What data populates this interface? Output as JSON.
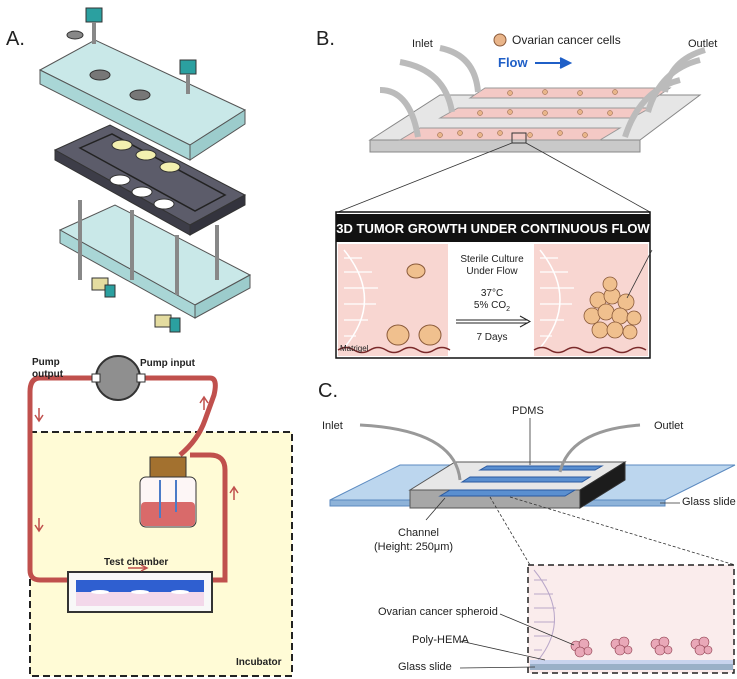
{
  "panels": {
    "a": "A.",
    "b": "B.",
    "c": "C."
  },
  "panel_a": {
    "pump_output": "Pump\noutput",
    "pump_input": "Pump input",
    "test_chamber": "Test chamber",
    "incubator": "Incubator"
  },
  "panel_b": {
    "inlet": "Inlet",
    "outlet": "Outlet",
    "legend_cells": "Ovarian cancer cells",
    "flow": "Flow",
    "banner": "3D TUMOR GROWTH UNDER CONTINUOUS FLOW",
    "culture_line1": "Sterile Culture",
    "culture_line2": "Under Flow",
    "temp": "37°C",
    "co2": "5% CO",
    "co2_sub": "2",
    "days": "7 Days",
    "matrigel": "Matrigel"
  },
  "panel_c": {
    "inlet": "Inlet",
    "outlet": "Outlet",
    "pdms": "PDMS",
    "glass_slide_top": "Glass slide",
    "channel": "Channel",
    "height": "(Height: 250μm)",
    "spheroid": "Ovarian cancer spheroid",
    "polyhema": "Poly-HEMA",
    "glass_slide_bottom": "Glass slide"
  },
  "colors": {
    "glass": "#bfe3e3",
    "pink": "#f6d6d4",
    "tube": "#c0504d",
    "incubator": "#fffbd6",
    "blue": "#1f5fc7",
    "teal": "#2a9d9a"
  }
}
